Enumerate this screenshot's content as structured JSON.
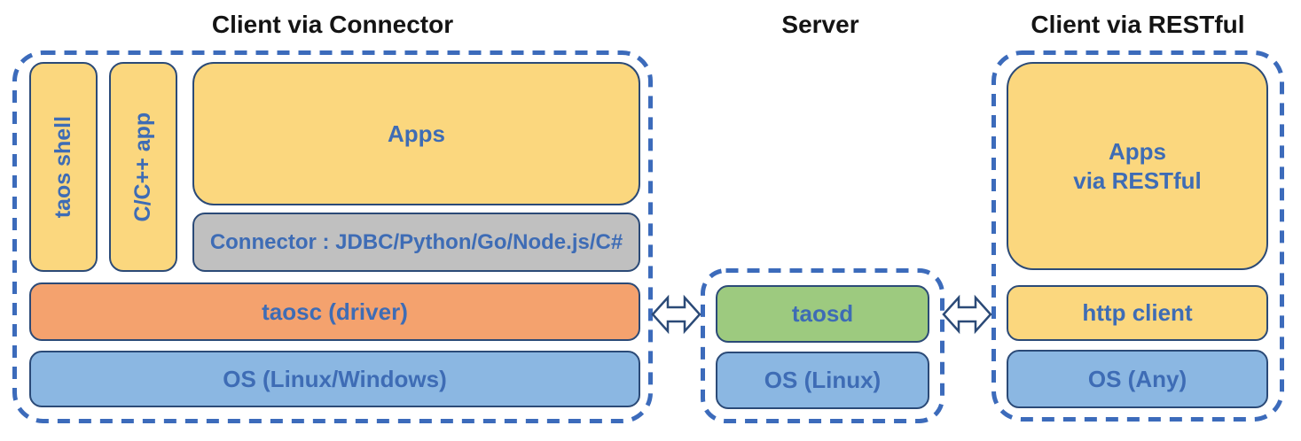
{
  "diagram": {
    "sections": {
      "connector_client": {
        "title": "Client via Connector",
        "boxes": {
          "taos_shell": "taos shell",
          "cpp_app": "C/C++ app",
          "apps": "Apps",
          "connector": "Connector : JDBC/Python/Go/Node.js/C#",
          "taosc": "taosc (driver)",
          "os": "OS (Linux/Windows)"
        }
      },
      "server": {
        "title": "Server",
        "boxes": {
          "taosd": "taosd",
          "os": "OS (Linux)"
        }
      },
      "restful_client": {
        "title": "Client via RESTful",
        "boxes": {
          "apps_line1": "Apps",
          "apps_line2": "via RESTful",
          "http_client": "http client",
          "os": "OS (Any)"
        }
      }
    },
    "icons": {
      "left_arrow": "double-headed-arrow",
      "right_arrow": "double-headed-arrow"
    },
    "colors": {
      "yellow_fill": "#FBD77E",
      "orange_fill": "#F4A26E",
      "blue_fill": "#8BB7E2",
      "green_fill": "#9DCA7F",
      "gray_fill": "#C0C0C0",
      "box_border": "#2B4A77",
      "dashed_border": "#3C6BBB",
      "label_text": "#3E6CB5",
      "title_text": "#141414"
    }
  }
}
